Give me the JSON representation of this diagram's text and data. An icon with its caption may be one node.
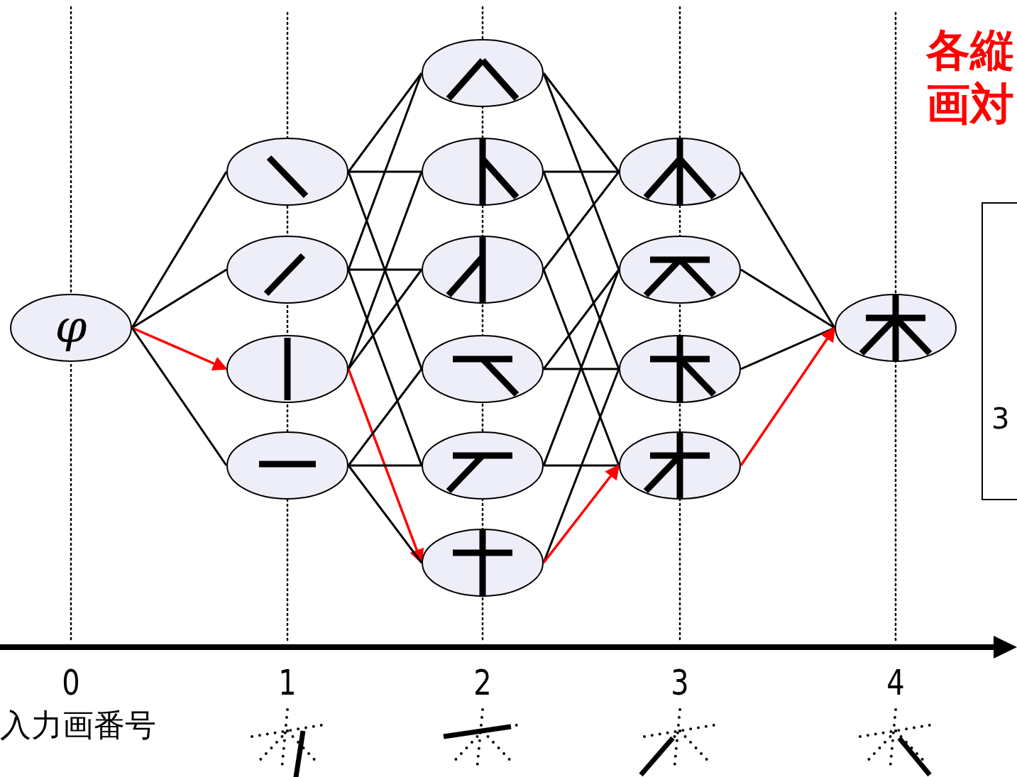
{
  "diagram": {
    "nodes": [
      {
        "text": [
          "φ"
        ]
      },
      {
        "text": [],
        "shape": "picture"
      },
      {
        "text": [],
        "shape": "picture"
      },
      {
        "text": [],
        "shape": "picture"
      },
      {
        "text": [],
        "shape": "picture"
      },
      {
        "text": [],
        "shape": "picture"
      },
      {
        "text": [],
        "shape": "picture"
      },
      {
        "text": [],
        "shape": "picture"
      },
      {
        "text": [],
        "shape": "picture"
      },
      {
        "text": [],
        "shape": "picture"
      },
      {
        "text": [],
        "shape": "picture"
      },
      {
        "text": [],
        "shape": "picture"
      },
      {
        "text": [],
        "shape": "picture"
      },
      {
        "text": [],
        "shape": "picture"
      },
      {
        "text": [],
        "shape": "picture"
      },
      {
        "text": [],
        "shape": "picture"
      },
      {
        "text": [
          "3"
        ]
      }
    ],
    "edges": [
      {
        "from": 0,
        "to": 1,
        "arrow": "none"
      },
      {
        "from": 0,
        "to": 2,
        "arrow": "none"
      },
      {
        "from": 0,
        "to": 3,
        "arrow": "to",
        "color": "#ff0000"
      },
      {
        "from": 0,
        "to": 4,
        "arrow": "none"
      },
      {
        "from": 1,
        "to": 5,
        "arrow": "none"
      },
      {
        "from": 1,
        "to": 6,
        "arrow": "none"
      },
      {
        "from": 1,
        "to": 8,
        "arrow": "none"
      },
      {
        "from": 2,
        "to": 5,
        "arrow": "none"
      },
      {
        "from": 2,
        "to": 7,
        "arrow": "none"
      },
      {
        "from": 2,
        "to": 9,
        "arrow": "none"
      },
      {
        "from": 3,
        "to": 6,
        "arrow": "none"
      },
      {
        "from": 3,
        "to": 7,
        "arrow": "none"
      },
      {
        "from": 3,
        "to": 10,
        "arrow": "to",
        "color": "#ff0000"
      },
      {
        "from": 4,
        "to": 8,
        "arrow": "none"
      },
      {
        "from": 4,
        "to": 9,
        "arrow": "none"
      },
      {
        "from": 4,
        "to": 10,
        "arrow": "none"
      },
      {
        "from": 5,
        "to": 11,
        "arrow": "none"
      },
      {
        "from": 5,
        "to": 12,
        "arrow": "none"
      },
      {
        "from": 6,
        "to": 11,
        "arrow": "none"
      },
      {
        "from": 6,
        "to": 13,
        "arrow": "none"
      },
      {
        "from": 7,
        "to": 11,
        "arrow": "none"
      },
      {
        "from": 7,
        "to": 14,
        "arrow": "none"
      },
      {
        "from": 8,
        "to": 12,
        "arrow": "none"
      },
      {
        "from": 8,
        "to": 13,
        "arrow": "none"
      },
      {
        "from": 9,
        "to": 12,
        "arrow": "none"
      },
      {
        "from": 9,
        "to": 14,
        "arrow": "none"
      },
      {
        "from": 10,
        "to": 13,
        "arrow": "none"
      },
      {
        "from": 10,
        "to": 14,
        "arrow": "to",
        "color": "#ff0000"
      },
      {
        "from": 11,
        "to": 15,
        "arrow": "none"
      },
      {
        "from": 12,
        "to": 15,
        "arrow": "none"
      },
      {
        "from": 13,
        "to": 15,
        "arrow": "none"
      },
      {
        "from": 14,
        "to": 15,
        "arrow": "to",
        "color": "#ff0000"
      }
    ],
    "labels": [
      "各縦",
      "画対",
      "0",
      "1",
      "2",
      "3",
      "4",
      "入力画番号"
    ]
  }
}
